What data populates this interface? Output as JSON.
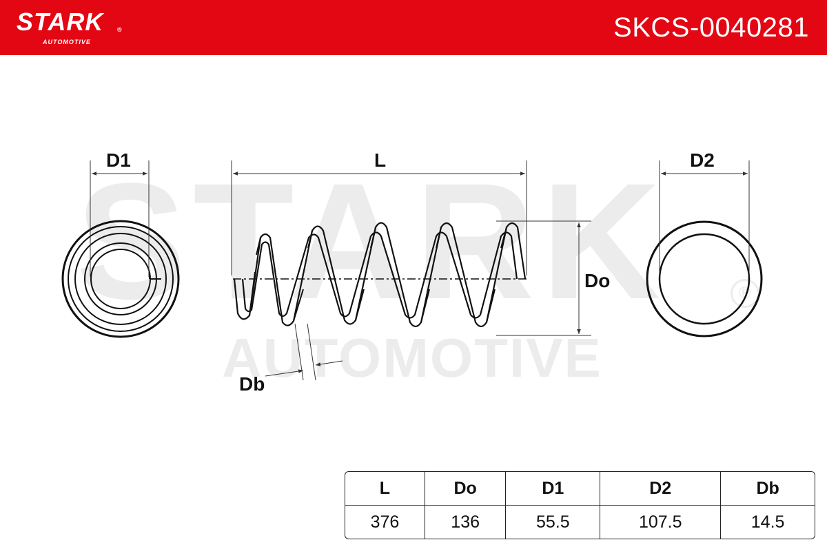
{
  "header": {
    "logo_text": "STARK",
    "logo_registered": "®",
    "logo_subtext": "AUTOMOTIVE",
    "part_number": "SKCS-0040281",
    "brand_color": "#e30613"
  },
  "watermark": {
    "main": "STARK",
    "sub": "AUTOMOTIVE",
    "registered": "®"
  },
  "diagram": {
    "labels": {
      "d1": "D1",
      "l": "L",
      "d2": "D2",
      "do": "Do",
      "db": "Db"
    }
  },
  "spec_table": {
    "headers": [
      "L",
      "Do",
      "D1",
      "D2",
      "Db"
    ],
    "values": [
      "376",
      "136",
      "55.5",
      "107.5",
      "14.5"
    ]
  }
}
